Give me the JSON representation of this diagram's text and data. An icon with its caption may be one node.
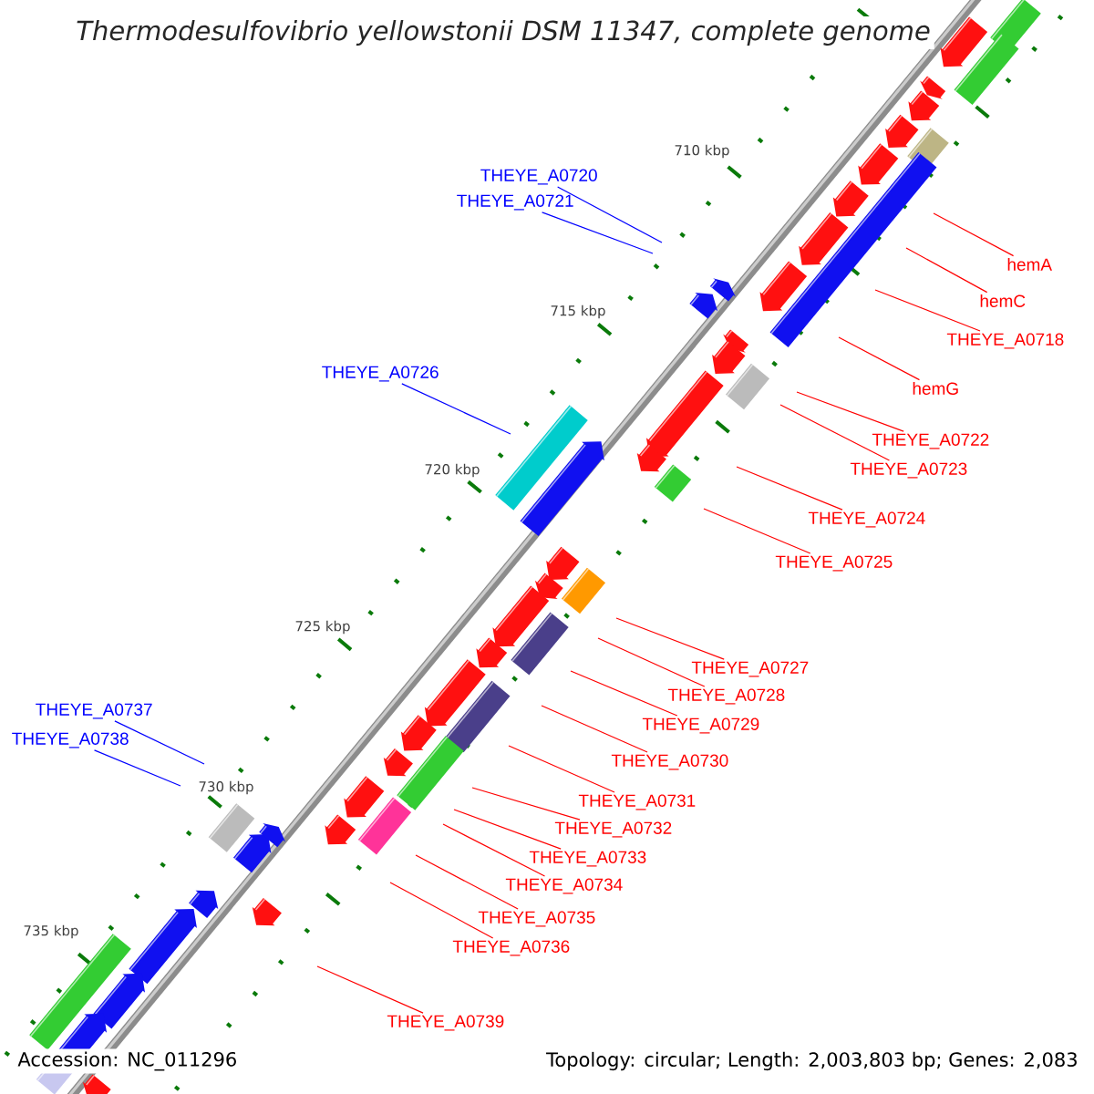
{
  "diagram": {
    "title": "Thermodesulfovibrio yellowstonii DSM 11347, complete genome",
    "nodes": [
      {
        "text": [
          "THEYE_A0720"
        ]
      },
      {
        "text": [
          "THEYE_A0721"
        ]
      },
      {
        "text": [
          "hemA"
        ]
      },
      {
        "text": [
          "hemC"
        ]
      },
      {
        "text": [
          "THEYE_A0718"
        ]
      },
      {
        "text": [
          "THEYE_A0726"
        ]
      },
      {
        "text": [
          "hemG"
        ]
      },
      {
        "text": [
          "THEYE_A0722"
        ]
      },
      {
        "text": [
          "THEYE_A0723"
        ]
      },
      {
        "text": [
          "THEYE_A0724"
        ]
      },
      {
        "text": [
          "THEYE_A0725"
        ]
      },
      {
        "text": [
          "THEYE_A0727"
        ]
      },
      {
        "text": [
          "THEYE_A0728"
        ]
      },
      {
        "text": [
          "THEYE_A0737"
        ]
      },
      {
        "text": [
          "THEYE_A0729"
        ]
      },
      {
        "text": [
          "THEYE_A0738"
        ]
      },
      {
        "text": [
          "THEYE_A0730"
        ]
      },
      {
        "text": [
          "THEYE_A0731"
        ]
      },
      {
        "text": [
          "THEYE_A0732"
        ]
      },
      {
        "text": [
          "THEYE_A0733"
        ]
      },
      {
        "text": [
          "THEYE_A0734"
        ]
      },
      {
        "text": [
          "THEYE_A0735"
        ]
      },
      {
        "text": [
          "THEYE_A0736"
        ]
      },
      {
        "text": [
          "THEYE_A0739"
        ]
      }
    ],
    "edges": [
      {
        "from": 0,
        "to": null,
        "arrow": "none",
        "color": "#0000ff"
      },
      {
        "from": 1,
        "to": null,
        "arrow": "none",
        "color": "#0000ff"
      },
      {
        "from": 2,
        "to": null,
        "arrow": "none"
      },
      {
        "from": 3,
        "to": null,
        "arrow": "none"
      },
      {
        "from": 4,
        "to": null,
        "arrow": "none"
      },
      {
        "from": 5,
        "to": null,
        "arrow": "none",
        "color": "#0000ff"
      },
      {
        "from": 6,
        "to": null,
        "arrow": "none"
      },
      {
        "from": 7,
        "to": null,
        "arrow": "none"
      },
      {
        "from": 8,
        "to": null,
        "arrow": "none"
      },
      {
        "from": 9,
        "to": null,
        "arrow": "none"
      },
      {
        "from": 10,
        "to": null,
        "arrow": "none"
      },
      {
        "from": 11,
        "to": null,
        "arrow": "none"
      },
      {
        "from": 12,
        "to": null,
        "arrow": "none"
      },
      {
        "from": 13,
        "to": null,
        "arrow": "none",
        "color": "#0000ff"
      },
      {
        "from": 14,
        "to": null,
        "arrow": "none"
      },
      {
        "from": 15,
        "to": null,
        "arrow": "none",
        "color": "#0000ff"
      },
      {
        "from": 16,
        "to": null,
        "arrow": "none"
      },
      {
        "from": 17,
        "to": null,
        "arrow": "none"
      },
      {
        "from": 18,
        "to": null,
        "arrow": "none"
      },
      {
        "from": 19,
        "to": null,
        "arrow": "none"
      },
      {
        "from": 20,
        "to": null,
        "arrow": "none"
      },
      {
        "from": 21,
        "to": null,
        "arrow": "none"
      },
      {
        "from": 22,
        "to": null,
        "arrow": "none"
      },
      {
        "from": 23,
        "to": null,
        "arrow": "none"
      }
    ],
    "labels": [
      "710 kbp",
      "715 kbp",
      "720 kbp",
      "725 kbp",
      "730 kbp",
      "735 kbp",
      "Accession: NC_011296",
      "Topology: circular; Length: 2,003,803 bp; Genes: 2,083"
    ]
  }
}
